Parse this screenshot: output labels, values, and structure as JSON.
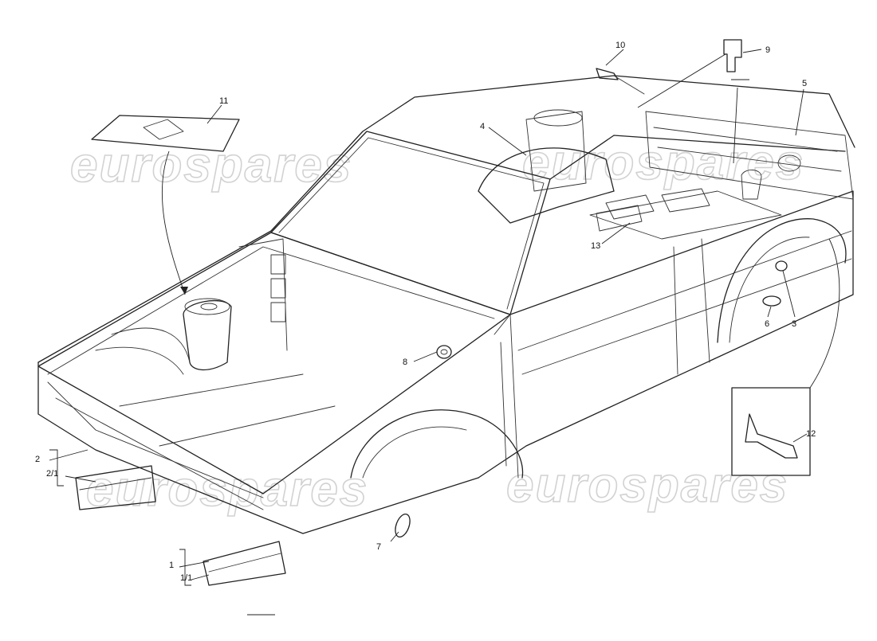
{
  "watermark": {
    "text": "eurospares"
  },
  "callouts": [
    {
      "id": "c1",
      "label": "1"
    },
    {
      "id": "c1-1",
      "label": "1/1"
    },
    {
      "id": "c2",
      "label": "2"
    },
    {
      "id": "c2-1",
      "label": "2/1"
    },
    {
      "id": "c3",
      "label": "3"
    },
    {
      "id": "c4",
      "label": "4"
    },
    {
      "id": "c5",
      "label": "5"
    },
    {
      "id": "c6",
      "label": "6"
    },
    {
      "id": "c7",
      "label": "7"
    },
    {
      "id": "c8",
      "label": "8"
    },
    {
      "id": "c9",
      "label": "9"
    },
    {
      "id": "c10",
      "label": "10"
    },
    {
      "id": "c11",
      "label": "11"
    },
    {
      "id": "c12",
      "label": "12"
    },
    {
      "id": "c13",
      "label": "13"
    }
  ]
}
